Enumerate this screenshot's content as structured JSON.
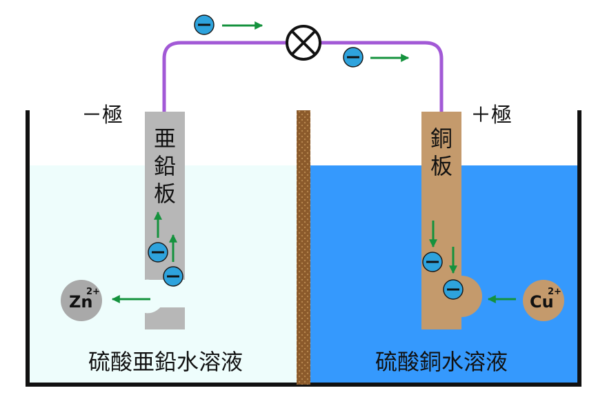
{
  "labels": {
    "negative_electrode": "－極",
    "positive_electrode": "＋極",
    "zinc_plate": [
      "亜",
      "鉛",
      "板"
    ],
    "copper_plate": [
      "銅",
      "板"
    ],
    "left_solution": "硫酸亜鉛水溶液",
    "right_solution": "硫酸銅水溶液",
    "zinc_ion": "Zn",
    "zinc_ion_charge": "2+",
    "copper_ion": "Cu",
    "copper_ion_charge": "2+"
  },
  "colors": {
    "wire": "#a259d6",
    "left_solution": "#eefdfc",
    "right_solution": "#3599fd",
    "zinc_plate": "#b7b7b7",
    "copper_plate": "#c49a6c",
    "separator": "#8b5a2b",
    "electron": "#2ea3dd",
    "arrow": "#14923d",
    "zinc_ion_fill": "#a9a9a9",
    "copper_ion_fill": "#c49a6c"
  },
  "icons": [
    "light-bulb-icon",
    "electron-icon",
    "arrow-icon"
  ]
}
